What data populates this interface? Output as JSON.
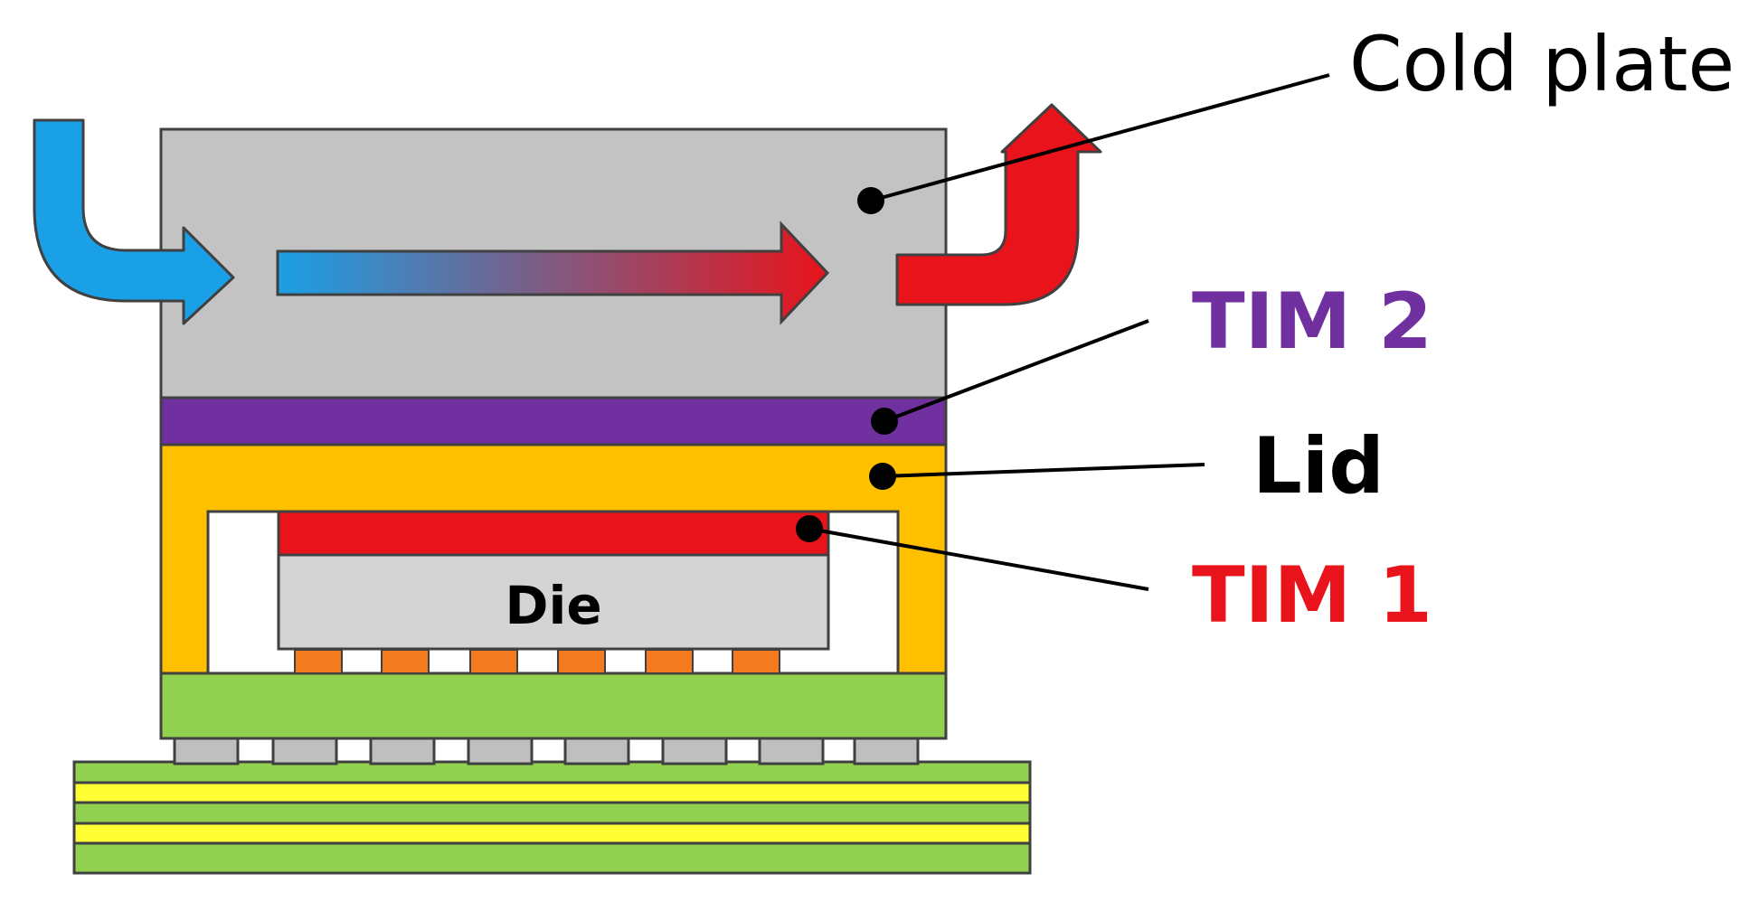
{
  "labels": {
    "cold_plate": "Cold plate",
    "tim2": "TIM 2",
    "lid": "Lid",
    "tim1": "TIM 1",
    "die": "Die"
  },
  "colors": {
    "cold_plate": "#c3c3c3",
    "tim2": "#7030a0",
    "lid": "#ffc000",
    "tim1": "#e8131b",
    "die": "#d4d4d4",
    "bumps": "#f47a20",
    "substrate": "#92d050",
    "balls": "#bfbfbf",
    "pcb_green": "#92d050",
    "pcb_yellow": "#ffff33",
    "coolant_in": "#1aa0e6",
    "coolant_out": "#e8131b",
    "outline": "#404040",
    "tim2_text": "#7030a0",
    "tim1_text": "#e8131b",
    "text": "#000000"
  },
  "icons": {
    "inlet": "coolant-inlet-arrow-icon",
    "flow": "coolant-flow-arrow-icon",
    "outlet": "coolant-outlet-arrow-icon"
  }
}
